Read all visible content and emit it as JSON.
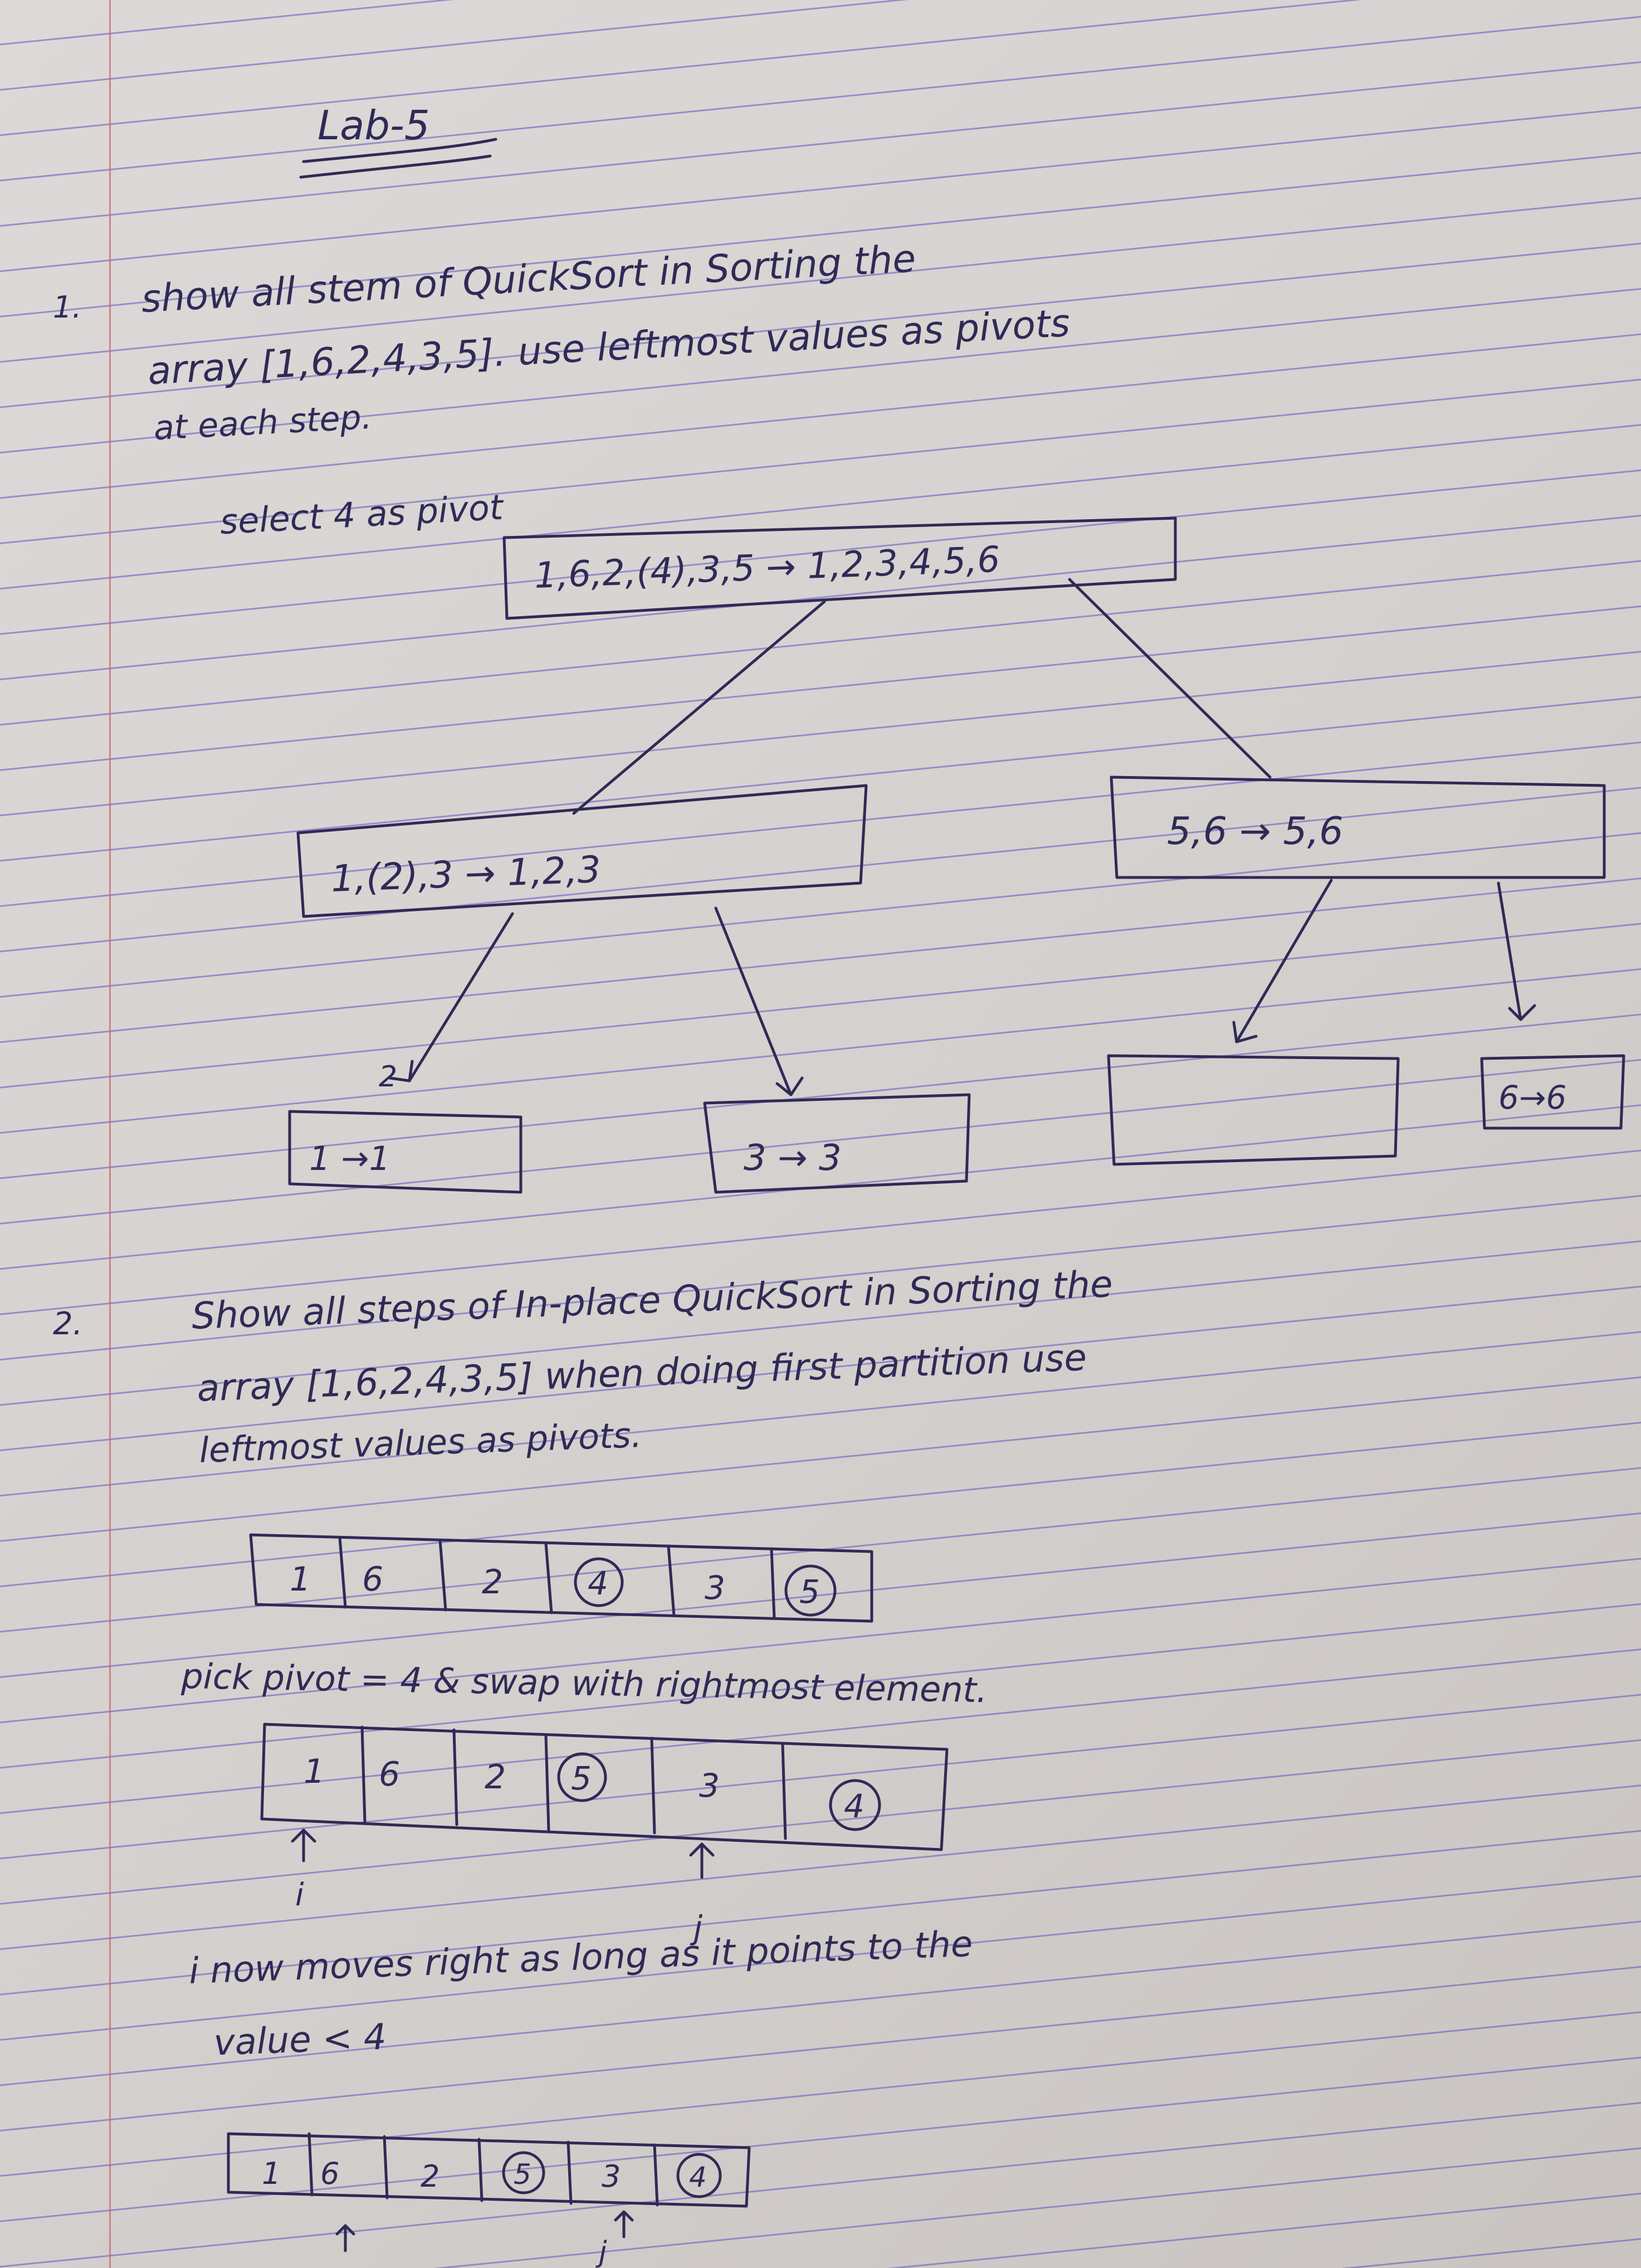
{
  "title": "Lab-5",
  "q1": {
    "number": "1.",
    "line1": "show all  stem  of  QuickSort  in  Sorting  the",
    "line2": "array [1,6,2,4,3,5].  use  leftmost  values as  pivots",
    "line3": "at  each step.",
    "note": "select 4 as pivot",
    "tree": {
      "root": "1,6,2,(4),3,5 → 1,2,3,4,5,6",
      "left": "1,(2),3 → 1,2,3",
      "right": "5,6 → 5,6",
      "ll": "1 →1",
      "lr": "3 → 3",
      "rl": "",
      "rr": "6→6",
      "ll_mark": "2"
    }
  },
  "q2": {
    "number": "2.",
    "line1": "Show all  steps of  In-place  QuickSort  in  Sorting  the",
    "line2": "array [1,6,2,4,3,5]  when  doing  first  partition  use",
    "line3": "leftmost  values as  pivots.",
    "array1": [
      "1",
      "6",
      "2",
      "4",
      "3",
      "5"
    ],
    "note1": "pick  pivot = 4    &   swap  with   rightmost element.",
    "array2": [
      "1",
      "6",
      "2",
      "5",
      "3",
      "4"
    ],
    "ptr_i": "i",
    "ptr_j": "j",
    "note2a": "i  now   moves   right  as  long as  it  points to  the",
    "note2b": "value   < 4",
    "array3": [
      "1",
      "6",
      "2",
      "5",
      "3",
      "4"
    ],
    "ptr_j2": "j"
  }
}
